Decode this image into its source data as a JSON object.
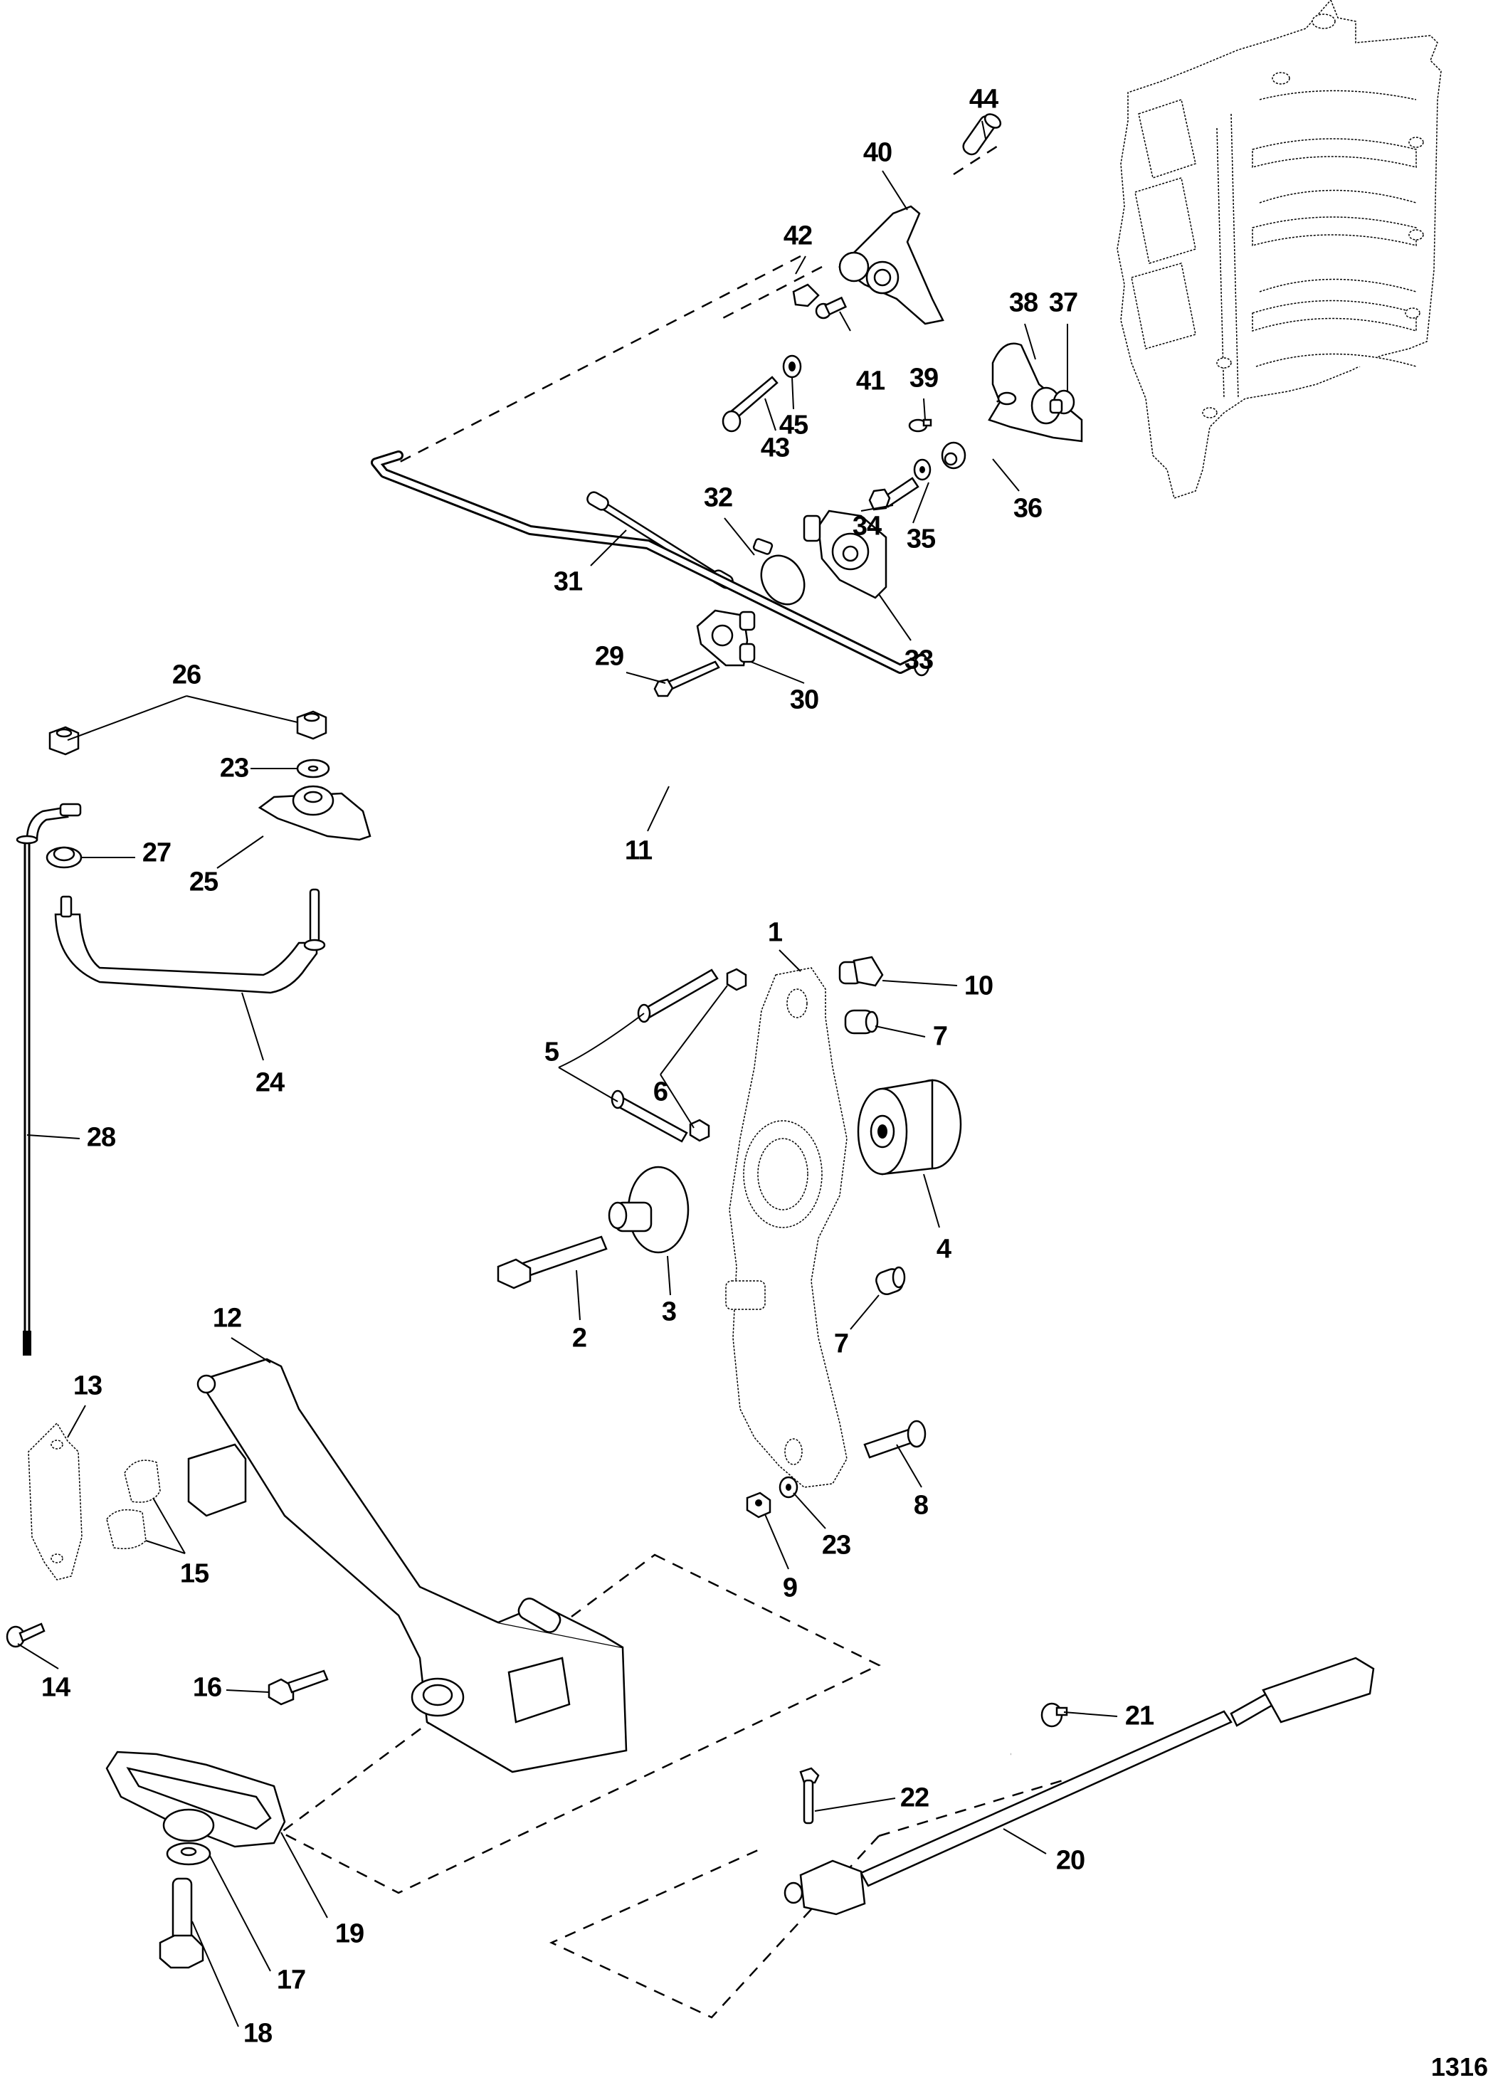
{
  "figure_number": "1316",
  "callouts": [
    {
      "id": "c44",
      "label": "44"
    },
    {
      "id": "c40",
      "label": "40"
    },
    {
      "id": "c42",
      "label": "42"
    },
    {
      "id": "c38",
      "label": "38"
    },
    {
      "id": "c37",
      "label": "37"
    },
    {
      "id": "c41",
      "label": "41"
    },
    {
      "id": "c39",
      "label": "39"
    },
    {
      "id": "c45",
      "label": "45"
    },
    {
      "id": "c43",
      "label": "43"
    },
    {
      "id": "c36",
      "label": "36"
    },
    {
      "id": "c35",
      "label": "35"
    },
    {
      "id": "c34",
      "label": "34"
    },
    {
      "id": "c32",
      "label": "32"
    },
    {
      "id": "c31",
      "label": "31"
    },
    {
      "id": "c33",
      "label": "33"
    },
    {
      "id": "c29",
      "label": "29"
    },
    {
      "id": "c30",
      "label": "30"
    },
    {
      "id": "c26",
      "label": "26"
    },
    {
      "id": "c23a",
      "label": "23"
    },
    {
      "id": "c27",
      "label": "27"
    },
    {
      "id": "c25",
      "label": "25"
    },
    {
      "id": "c11",
      "label": "11"
    },
    {
      "id": "c24",
      "label": "24"
    },
    {
      "id": "c28",
      "label": "28"
    },
    {
      "id": "c1",
      "label": "1"
    },
    {
      "id": "c10",
      "label": "10"
    },
    {
      "id": "c7a",
      "label": "7"
    },
    {
      "id": "c5",
      "label": "5"
    },
    {
      "id": "c6",
      "label": "6"
    },
    {
      "id": "c4",
      "label": "4"
    },
    {
      "id": "c2",
      "label": "2"
    },
    {
      "id": "c3",
      "label": "3"
    },
    {
      "id": "c7b",
      "label": "7"
    },
    {
      "id": "c12",
      "label": "12"
    },
    {
      "id": "c13",
      "label": "13"
    },
    {
      "id": "c8",
      "label": "8"
    },
    {
      "id": "c23b",
      "label": "23"
    },
    {
      "id": "c9",
      "label": "9"
    },
    {
      "id": "c15",
      "label": "15"
    },
    {
      "id": "c14",
      "label": "14"
    },
    {
      "id": "c16",
      "label": "16"
    },
    {
      "id": "c21",
      "label": "21"
    },
    {
      "id": "c22",
      "label": "22"
    },
    {
      "id": "c20",
      "label": "20"
    },
    {
      "id": "c19",
      "label": "19"
    },
    {
      "id": "c17",
      "label": "17"
    },
    {
      "id": "c18",
      "label": "18"
    }
  ]
}
